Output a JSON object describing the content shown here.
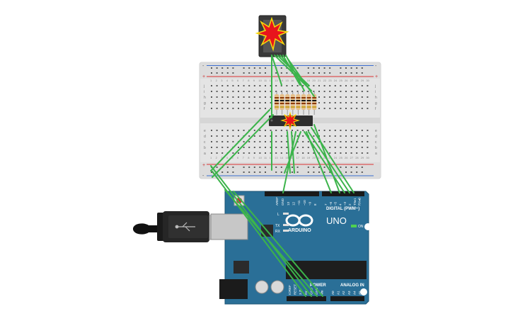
{
  "breadboard": {
    "rail_plus": "+",
    "rail_minus": "-",
    "row_letters_top": [
      "j",
      "i",
      "h",
      "g",
      "f"
    ],
    "row_letters_bottom": [
      "e",
      "d",
      "c",
      "b",
      "a"
    ],
    "column_numbers": [
      "1",
      "2",
      "3",
      "4",
      "5",
      "6",
      "7",
      "8",
      "9",
      "10",
      "11",
      "12",
      "13",
      "14",
      "15",
      "16",
      "17",
      "18",
      "19",
      "20",
      "21",
      "22",
      "23",
      "24",
      "25",
      "26",
      "27",
      "28",
      "29",
      "30"
    ]
  },
  "arduino": {
    "brand": "ARDUINO",
    "model": "UNO",
    "on_label": "ON",
    "tx_label": "TX",
    "rx_label": "RX",
    "l_label": "L",
    "digital_label": "DIGITAL (PWM~)",
    "power_label": "POWER",
    "analog_label": "ANALOG IN",
    "aref_label": "AREF",
    "gnd_label": "GND",
    "digital_pins": [
      "13",
      "12",
      "~11",
      "~10",
      "~9",
      "8",
      "7",
      "~6",
      "~5",
      "4",
      "~3",
      "2",
      "TX▸1",
      "RX◂0"
    ],
    "power_pins": [
      "IOREF",
      "RESET",
      "3.3V",
      "5V",
      "GND",
      "GND",
      "Vin"
    ],
    "analog_pins": [
      "A0",
      "A1",
      "A2",
      "A3",
      "A4",
      "A5"
    ]
  },
  "colors": {
    "board_blue": "#2a6f97",
    "breadboard": "#e7e7e7",
    "wire": "#3cb44b",
    "rail_red": "#d33",
    "rail_blue": "#3d6fd1",
    "burst_red": "#e8141c",
    "burst_yellow": "#f5d90a"
  }
}
